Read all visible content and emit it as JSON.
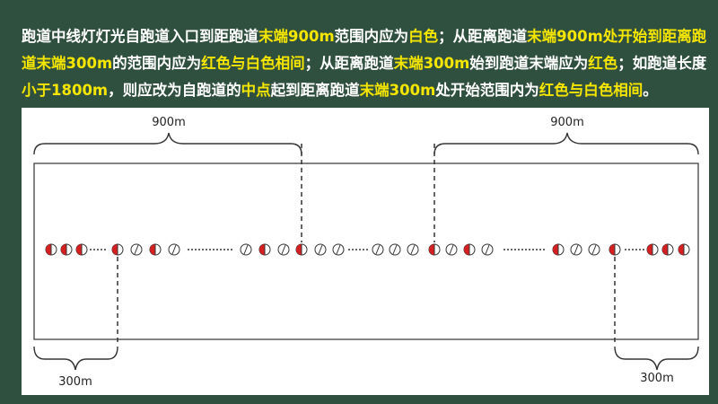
{
  "description": {
    "segments": [
      {
        "text": "跑道中线灯灯光自跑道入口到距跑道",
        "highlight": false
      },
      {
        "text": "末端900m",
        "highlight": true
      },
      {
        "text": "范围内应为",
        "highlight": false
      },
      {
        "text": "白色",
        "highlight": true
      },
      {
        "text": "；从距离跑道",
        "highlight": false
      },
      {
        "text": "末端900m处开始到距离跑道末端300m",
        "highlight": true
      },
      {
        "text": "的范围内应为",
        "highlight": false
      },
      {
        "text": "红色与白色相间",
        "highlight": true
      },
      {
        "text": "；从距离跑道",
        "highlight": false
      },
      {
        "text": "末端300m",
        "highlight": true
      },
      {
        "text": "始到跑道末端应为",
        "highlight": false
      },
      {
        "text": "红色",
        "highlight": true
      },
      {
        "text": "；如跑道长度",
        "highlight": false
      },
      {
        "text": "小于1800m",
        "highlight": true
      },
      {
        "text": "，则应改为自跑道的",
        "highlight": false
      },
      {
        "text": "中点",
        "highlight": true
      },
      {
        "text": "起到距离跑道",
        "highlight": false
      },
      {
        "text": "末端300m",
        "highlight": true
      },
      {
        "text": "处开始范围内为",
        "highlight": false
      },
      {
        "text": "红色与白色相间",
        "highlight": true
      },
      {
        "text": "。",
        "highlight": false
      }
    ]
  },
  "diagram": {
    "label_900_left": "900m",
    "label_900_right": "900m",
    "label_300_left": "300m",
    "label_300_right": "300m"
  },
  "colors": {
    "background": "#2f4f3f",
    "highlight": "#f5e600",
    "light_red": "#d42020",
    "stroke": "#333333"
  }
}
